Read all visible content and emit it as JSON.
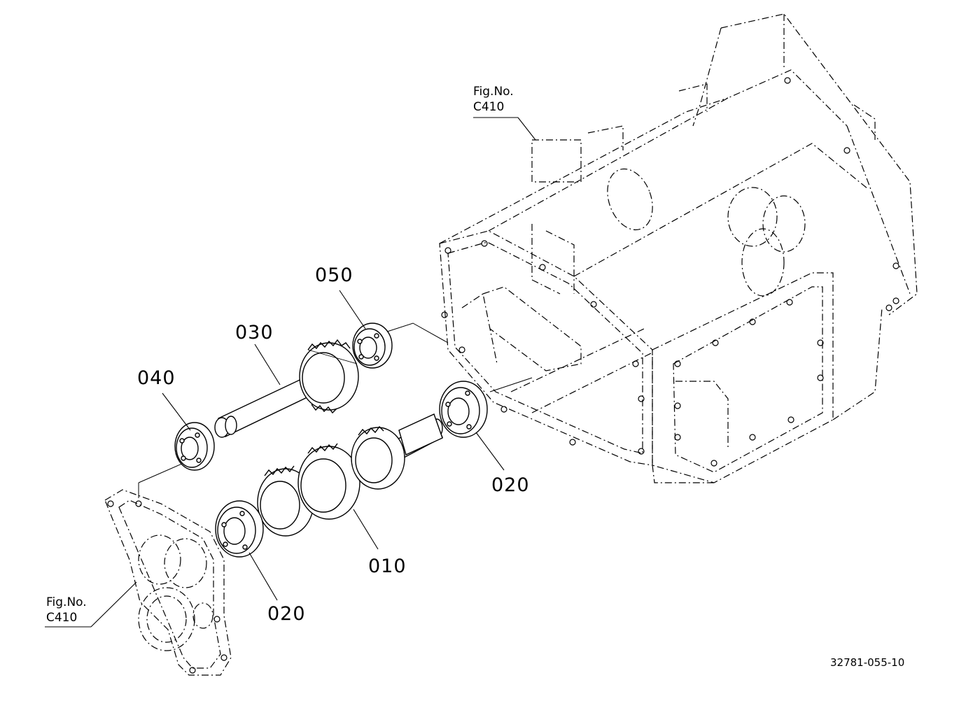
{
  "figure_refs": [
    {
      "line1": "Fig.No.",
      "line2": "C410"
    },
    {
      "line1": "Fig.No.",
      "line2": "C410"
    }
  ],
  "parts": [
    {
      "label": "010"
    },
    {
      "label": "020"
    },
    {
      "label": "020"
    },
    {
      "label": "030"
    },
    {
      "label": "040"
    },
    {
      "label": "050"
    }
  ],
  "drawing_code": "32781-055-10"
}
